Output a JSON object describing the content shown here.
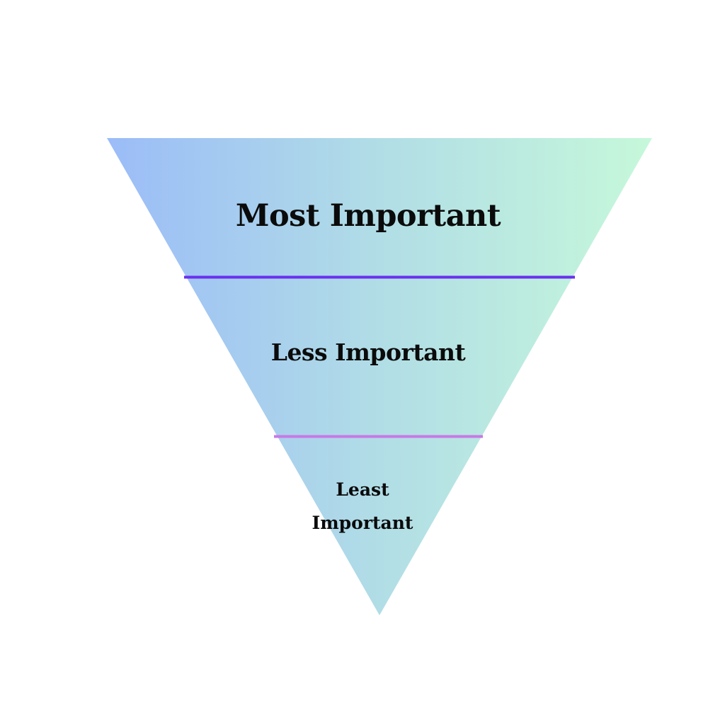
{
  "tiers": [
    {
      "label": "Most Important"
    },
    {
      "label": "Less Important"
    },
    {
      "label_lines": [
        "Least",
        "Important"
      ]
    }
  ],
  "colors": {
    "gradient_left": "#9bbcf8",
    "gradient_right": "#c6f8da",
    "divider_top": "#6a2ff0",
    "divider_bottom": "#c879e6",
    "text": "#0b0b0b",
    "background": "#ffffff"
  }
}
